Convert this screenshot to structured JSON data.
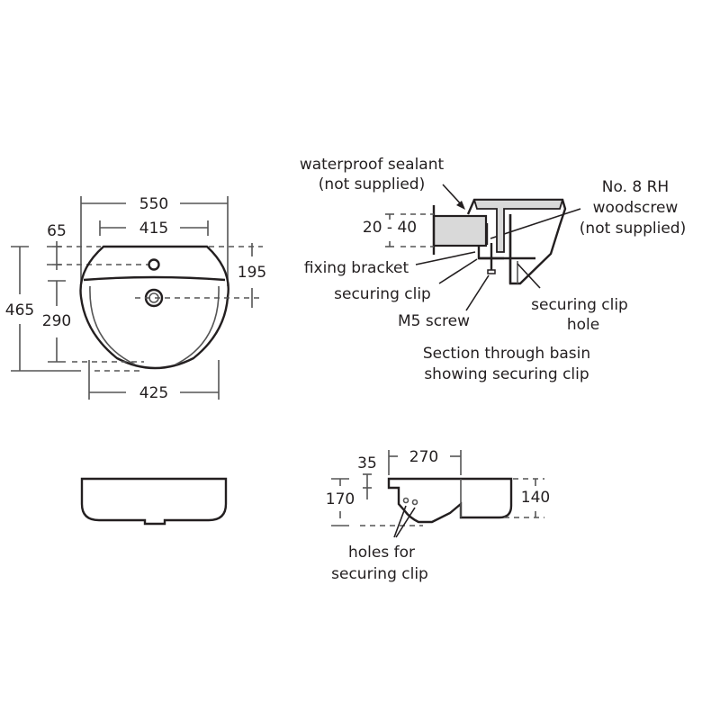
{
  "plan_view": {
    "dim_overall_width": "550",
    "dim_inner_width": "415",
    "dim_tap_hole_offset": "65",
    "dim_waste_offset": "195",
    "dim_overall_depth": "465",
    "dim_bowl_depth": "290",
    "dim_bottom_width": "425"
  },
  "section_detail": {
    "label_sealant_line1": "waterproof sealant",
    "label_sealant_line2": "(not supplied)",
    "label_woodscrew_line1": "No. 8 RH",
    "label_woodscrew_line2": "woodscrew",
    "label_woodscrew_line3": "(not supplied)",
    "dim_worktop_thickness": "20 - 40",
    "label_fixing_bracket": "fixing bracket",
    "label_securing_clip": "securing clip",
    "label_m5_screw": "M5 screw",
    "label_clip_hole_line1": "securing clip",
    "label_clip_hole_line2": "hole",
    "caption_line1": "Section through basin",
    "caption_line2": "showing securing clip",
    "colors": {
      "worktop_fill": "#d9d9d9",
      "line": "#231f20"
    }
  },
  "side_view": {
    "dim_rim_height": "35",
    "dim_front_depth": "270",
    "dim_total_height": "170",
    "dim_bowl_height": "140",
    "label_holes_line1": "holes for",
    "label_holes_line2": "securing clip"
  }
}
